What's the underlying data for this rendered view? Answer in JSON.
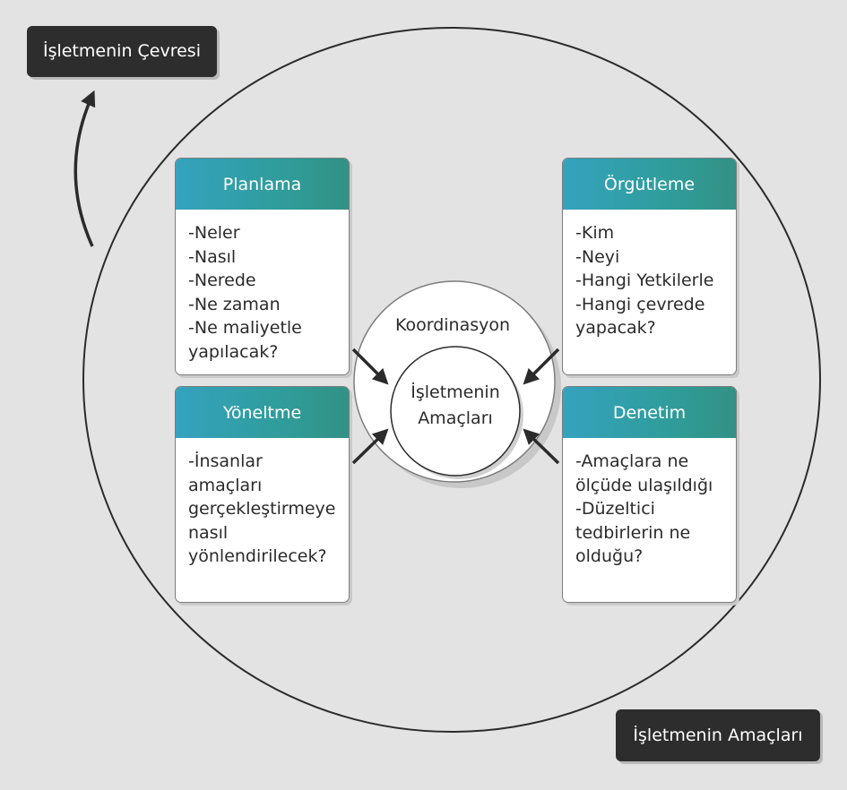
{
  "environment_label": "İşletmenin Çevresi",
  "goals_corner_label": "İşletmenin Amaçları",
  "coordination_label": "Koordinasyon",
  "center_goals": [
    "İşletmenin",
    "Amaçları"
  ],
  "cards": {
    "planlama": {
      "title": "Planlama",
      "lines": [
        "-Neler",
        "-Nasıl",
        "-Nerede",
        "-Ne zaman",
        "-Ne maliyetle",
        "yapılacak?"
      ]
    },
    "orgutleme": {
      "title": "Örgütleme",
      "lines": [
        "-Kim",
        "-Neyi",
        "-Hangi Yetkilerle",
        "-Hangi çevrede",
        "yapacak?"
      ]
    },
    "yoneltme": {
      "title": "Yöneltme",
      "lines": [
        "-İnsanlar",
        "amaçları",
        "gerçekleştirmeye",
        "nasıl",
        "yönlendirilecek?"
      ]
    },
    "denetim": {
      "title": "Denetim",
      "lines": [
        "-Amaçlara ne",
        "ölçüde ulaşıldığı",
        "-Düzeltici",
        "tedbirlerin ne",
        "olduğu?"
      ]
    }
  },
  "colors": {
    "dark": "#2d2d2d",
    "teal_start": "#35a2be",
    "teal_end": "#339184",
    "background": "#e3e3e3"
  }
}
